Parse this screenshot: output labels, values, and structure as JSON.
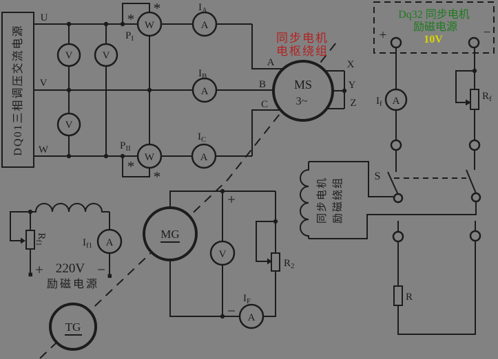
{
  "colors": {
    "background": "#828282",
    "line": "#1c1c1c",
    "armature_label_red": "#b22222",
    "dq32_title_green": "#1e7a1e",
    "dq32_voltage_yellow": "#d6d600"
  },
  "symbols": {
    "star": "*",
    "plus": "+",
    "minus": "−"
  },
  "source_box": {
    "label": "DQ01三相调压交流电源"
  },
  "bus": {
    "u": "U",
    "v": "V",
    "w": "W"
  },
  "meter_letters": {
    "voltmeter": "V",
    "ammeter": "A",
    "wattmeter": "W"
  },
  "wattmeter1": {
    "name": "P",
    "sub": "I"
  },
  "wattmeter2": {
    "name": "P",
    "sub": "II"
  },
  "ammeters": {
    "ia": {
      "main": "I",
      "sub": "A"
    },
    "ib": {
      "main": "I",
      "sub": "B"
    },
    "ic": {
      "main": "I",
      "sub": "C"
    }
  },
  "ms": {
    "name": "MS",
    "phase": "3~",
    "armature_label1": "同步电机",
    "armature_label2": "电枢绕组",
    "terminals": {
      "a": "A",
      "b": "B",
      "c": "C",
      "x": "X",
      "y": "Y",
      "z": "Z"
    }
  },
  "dq32": {
    "title": "Dq32 同步电机",
    "subtitle": "励磁电源",
    "voltage": "10V",
    "plus": "+",
    "minus": "−"
  },
  "excitation_branch": {
    "ammeter": {
      "main": "I",
      "sub": "f"
    },
    "rheostat": {
      "main": "R",
      "sub": "f"
    },
    "switch_label": "S"
  },
  "field_winding": {
    "label1": "同步电机",
    "label2": "励磁绕组"
  },
  "load_r": {
    "label": "R"
  },
  "mg": {
    "name": "MG",
    "plus": "+",
    "minus": "−",
    "voltmeter": "V",
    "ammeter_label": {
      "main": "I",
      "sub": "F"
    },
    "rheostat": {
      "main": "R",
      "sub": "2"
    }
  },
  "dc220": {
    "plus": "+",
    "voltage": "220V",
    "minus": "−",
    "label": "励磁电源",
    "rheostat": {
      "main": "R",
      "sub": "f1"
    },
    "ammeter": {
      "main": "I",
      "sub": "f1"
    }
  },
  "tg": {
    "name": "TG"
  }
}
